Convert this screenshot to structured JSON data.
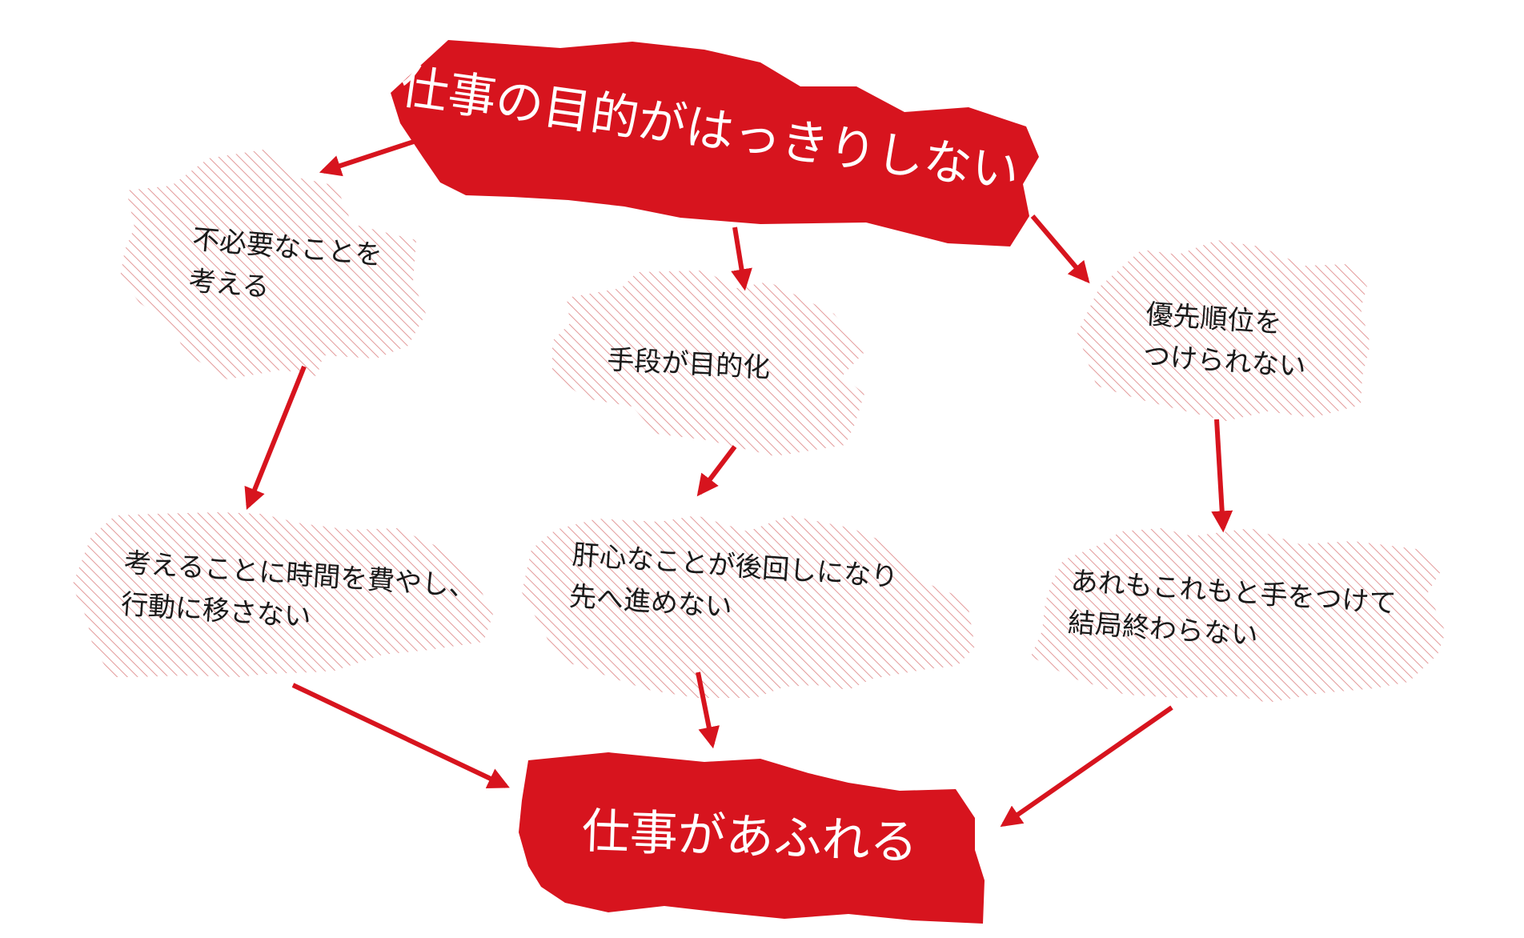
{
  "diagram": {
    "top": {
      "text": "仕事の目的がはっきりしない"
    },
    "bottom": {
      "text": "仕事があふれる"
    },
    "left": {
      "cause": [
        "不必要なことを",
        "考える"
      ],
      "effect": [
        "考えることに時間を費やし、",
        "行動に移さない"
      ]
    },
    "middle": {
      "cause": [
        "手段が目的化"
      ],
      "effect": [
        "肝心なことが後回しになり",
        "先へ進めない"
      ]
    },
    "right": {
      "cause": [
        "優先順位を",
        "つけられない"
      ],
      "effect": [
        "あれもこれもと手をつけて",
        "結局終わらない"
      ]
    }
  },
  "colors": {
    "accent": "#d7141e",
    "hatch": "#e39a9a",
    "text_dark": "#1a1a1a",
    "text_light": "#ffffff"
  }
}
